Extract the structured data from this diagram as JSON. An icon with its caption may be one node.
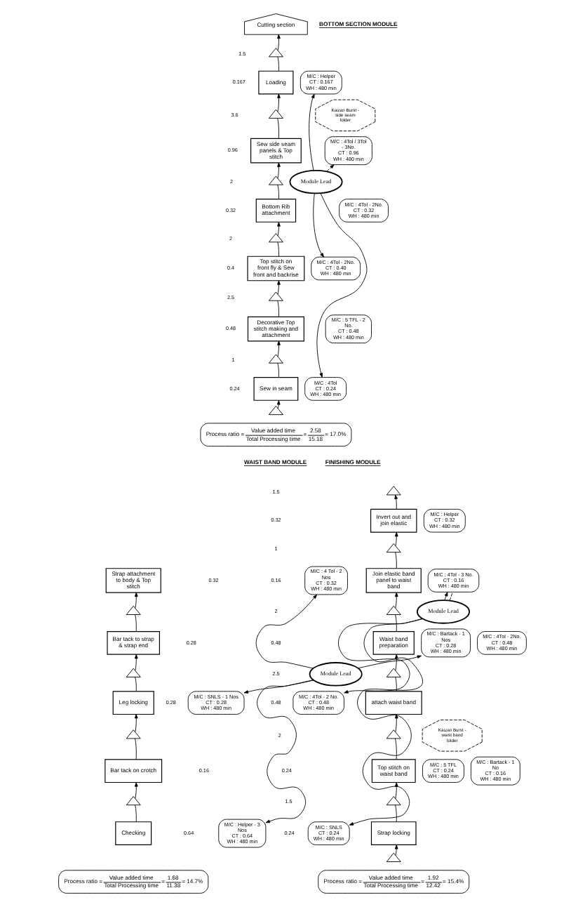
{
  "diagram": {
    "nodes": [
      {
        "text": [
          "Cutting section"
        ]
      },
      {
        "text": [],
        "shape": "triangle"
      },
      {
        "text": [
          "Loading"
        ]
      },
      {
        "text": [
          "M/C : Helper",
          "CT : 0.167",
          "WH : 480 min"
        ]
      },
      {
        "text": [],
        "shape": "triangle"
      },
      {
        "text": [
          "Sew side seam panels & Top stitch"
        ]
      },
      {
        "text": [
          "M/C : 4Tol / 3Tol - 3No.",
          "CT : 0.96",
          "WH : 480 min"
        ]
      },
      {
        "text": [],
        "shape": "triangle"
      },
      {
        "text": [
          "Bottom Rib attachment"
        ]
      },
      {
        "text": [
          "M/C : 4Tol - 2No.",
          "CT : 0.32",
          "WH : 480 min"
        ]
      },
      {
        "text": [],
        "shape": "triangle"
      },
      {
        "text": [
          "Top stitch on front fly & Sew front and backrise"
        ]
      },
      {
        "text": [
          "M/C : 4Tol - 2No.",
          "CT : 0.40",
          "WH : 480 min"
        ]
      },
      {
        "text": [],
        "shape": "triangle"
      },
      {
        "text": [
          "Decorative Top stitch making and attachment"
        ]
      },
      {
        "text": [
          "M/C : 5 TFL - 2 No.",
          "CT : 0.48",
          "WH : 480 min"
        ]
      },
      {
        "text": [],
        "shape": "triangle"
      },
      {
        "text": [
          "Sew in seam"
        ]
      },
      {
        "text": [
          "M/C : 4Tol",
          "CT : 0.24",
          "WH : 480 min"
        ]
      },
      {
        "text": [],
        "shape": "triangle"
      },
      {
        "text": [
          "Kaizan Burst - side seam folder"
        ]
      },
      {
        "text": [
          "Module Lead"
        ]
      },
      {
        "text": [
          "Process ratio =",
          "Value added time",
          "Total Processing time",
          "=",
          "2.58",
          "15.18",
          "= 17.0%"
        ]
      },
      {
        "text": [],
        "shape": "triangle"
      },
      {
        "text": [
          "Invert out and join elastic"
        ]
      },
      {
        "text": [
          "M/C : Helper",
          "CT : 0.32",
          "WH : 480 min"
        ]
      },
      {
        "text": [],
        "shape": "triangle"
      },
      {
        "text": [
          "Join elastic band panel to waist band"
        ]
      },
      {
        "text": [
          "M/C : 4Tol - 3 No.",
          "CT : 0.16",
          "WH : 480 min"
        ]
      },
      {
        "text": [],
        "shape": "triangle"
      },
      {
        "text": [
          "Waist band preparation"
        ]
      },
      {
        "text": [
          "M/C : 4Tol - 2No.",
          "CT : 0.48",
          "WH : 480 min"
        ]
      },
      {
        "text": [],
        "shape": "triangle"
      },
      {
        "text": [
          "attach waist band"
        ]
      },
      {
        "text": [
          "M/C : 4Tol - 2 No.",
          "CT : 0.48",
          "WH : 480 min"
        ]
      },
      {
        "text": [],
        "shape": "triangle"
      },
      {
        "text": [
          "Top stitch on waist band"
        ]
      },
      {
        "text": [
          "M/C : 5 TFL",
          "CT : 0.24",
          "WH : 480 min"
        ]
      },
      {
        "text": [],
        "shape": "triangle"
      },
      {
        "text": [
          "Strap locking"
        ]
      },
      {
        "text": [
          "M/C : SNLS",
          "CT : 0.24",
          "WH : 480 min"
        ]
      },
      {
        "text": [],
        "shape": "triangle"
      },
      {
        "text": [
          "Kaizan Burst - waist band folder"
        ]
      },
      {
        "text": [
          "Module Lead"
        ]
      },
      {
        "text": [
          "Process ratio =",
          "Value added time",
          "Total Processing time",
          "=",
          "1.92",
          "12.42",
          "= 15.4%"
        ]
      },
      {
        "text": [
          "Strap attachment to body & Top stitch"
        ]
      },
      {
        "text": [
          "M/C : 4 Tol - 2 Nos",
          "CT : 0.32",
          "WH : 480 min"
        ]
      },
      {
        "text": [],
        "shape": "triangle"
      },
      {
        "text": [
          "Bar tack to strap & strap end"
        ]
      },
      {
        "text": [
          "M/C : Bartack - 1 Nos",
          "CT : 0.28",
          "WH : 480 min"
        ]
      },
      {
        "text": [],
        "shape": "triangle"
      },
      {
        "text": [
          "Leg locking"
        ]
      },
      {
        "text": [
          "M/C : SNLS - 1 Nos",
          "CT : 0.28",
          "WH : 480 min"
        ]
      },
      {
        "text": [],
        "shape": "triangle"
      },
      {
        "text": [
          "Bar tack on crotch"
        ]
      },
      {
        "text": [
          "M/C : Bartack - 1 No",
          "CT : 0.16",
          "WH : 480 min"
        ]
      },
      {
        "text": [],
        "shape": "triangle"
      },
      {
        "text": [
          "Checking"
        ]
      },
      {
        "text": [
          "M/C : Helper - 3 Nos",
          "CT : 0.64",
          "WH : 480 min"
        ]
      },
      {
        "text": [
          "Module Lead"
        ]
      },
      {
        "text": [
          "Process ratio =",
          "Value added time",
          "Total Processing time",
          "=",
          "1.68",
          "11.38",
          "= 14.7%"
        ]
      }
    ],
    "edges": [
      {
        "from": 1,
        "to": 0,
        "arrow": "to"
      },
      {
        "from": 2,
        "to": 1,
        "arrow": "none"
      },
      {
        "from": 4,
        "to": 2,
        "arrow": "to"
      },
      {
        "from": 5,
        "to": 4,
        "arrow": "none"
      },
      {
        "from": 7,
        "to": 5,
        "arrow": "to"
      },
      {
        "from": 8,
        "to": 7,
        "arrow": "none"
      },
      {
        "from": 10,
        "to": 8,
        "arrow": "to"
      },
      {
        "from": 11,
        "to": 10,
        "arrow": "none"
      },
      {
        "from": 13,
        "to": 11,
        "arrow": "to"
      },
      {
        "from": 14,
        "to": 13,
        "arrow": "none"
      },
      {
        "from": 16,
        "to": 14,
        "arrow": "to"
      },
      {
        "from": 17,
        "to": 16,
        "arrow": "none"
      },
      {
        "from": 19,
        "to": 17,
        "arrow": "to"
      },
      {
        "from": 21,
        "to": 3,
        "arrow": "to"
      },
      {
        "from": 21,
        "to": 6,
        "arrow": "to",
        "style": "dashed"
      },
      {
        "from": 21,
        "to": 12,
        "arrow": "to"
      },
      {
        "from": 21,
        "to": 18,
        "arrow": "to"
      },
      {
        "from": 24,
        "to": 23,
        "arrow": "to"
      },
      {
        "from": 26,
        "to": 24,
        "arrow": "to"
      },
      {
        "from": 27,
        "to": 26,
        "arrow": "none"
      },
      {
        "from": 29,
        "to": 27,
        "arrow": "to"
      },
      {
        "from": 30,
        "to": 29,
        "arrow": "none"
      },
      {
        "from": 32,
        "to": 30,
        "arrow": "to"
      },
      {
        "from": 33,
        "to": 32,
        "arrow": "none"
      },
      {
        "from": 35,
        "to": 33,
        "arrow": "to"
      },
      {
        "from": 36,
        "to": 35,
        "arrow": "none"
      },
      {
        "from": 38,
        "to": 36,
        "arrow": "to"
      },
      {
        "from": 39,
        "to": 38,
        "arrow": "none"
      },
      {
        "from": 41,
        "to": 39,
        "arrow": "to"
      },
      {
        "from": 43,
        "to": 28,
        "arrow": "to"
      },
      {
        "from": 43,
        "to": 28,
        "arrow": "none",
        "style": "dashed"
      },
      {
        "from": 43,
        "to": 34,
        "arrow": "to"
      },
      {
        "from": 43,
        "to": 40,
        "arrow": "to"
      },
      {
        "from": 47,
        "to": 45,
        "arrow": "to"
      },
      {
        "from": 48,
        "to": 47,
        "arrow": "none"
      },
      {
        "from": 50,
        "to": 48,
        "arrow": "to"
      },
      {
        "from": 51,
        "to": 50,
        "arrow": "none"
      },
      {
        "from": 53,
        "to": 51,
        "arrow": "to"
      },
      {
        "from": 54,
        "to": 53,
        "arrow": "none"
      },
      {
        "from": 56,
        "to": 54,
        "arrow": "to"
      },
      {
        "from": 57,
        "to": 56,
        "arrow": "none"
      },
      {
        "from": 59,
        "to": 46,
        "arrow": "to"
      },
      {
        "from": 59,
        "to": 49,
        "arrow": "to"
      },
      {
        "from": 59,
        "to": 52,
        "arrow": "to"
      },
      {
        "from": 59,
        "to": 58,
        "arrow": "to"
      }
    ],
    "labels": [
      "BOTTOM SECTION MODULE",
      "1.5",
      "0.167",
      "3.6",
      "0.96",
      "2",
      "0.32",
      "2",
      "0.4",
      "2.5",
      "0.48",
      "1",
      "0.24",
      "WAIST BAND MODULE",
      "1.5",
      "0.32",
      "1",
      "0.16",
      "2",
      "0.48",
      "2.5",
      "0.48",
      "2",
      "0.24",
      "1.5",
      "0.24",
      "FINISHING MODULE",
      "0.32",
      "0.28",
      "0.28",
      "0.16",
      "0.64"
    ]
  }
}
